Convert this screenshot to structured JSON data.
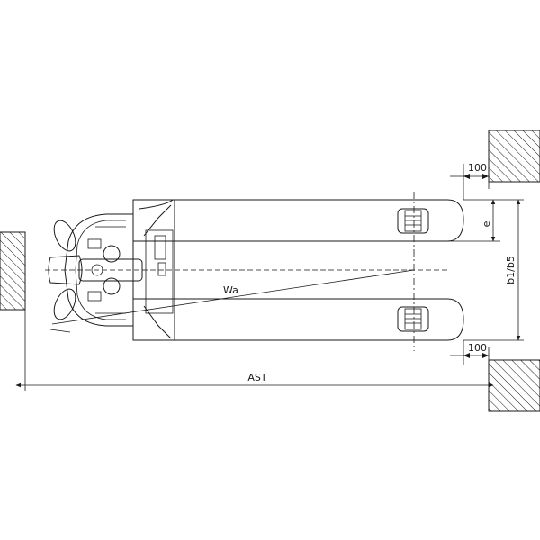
{
  "labels": {
    "clearance_top": "100",
    "clearance_bottom": "100",
    "offset_e": "e",
    "width_b1_b5": "b1/b5",
    "turning_radius": "Wa",
    "aisle_width": "AST"
  }
}
